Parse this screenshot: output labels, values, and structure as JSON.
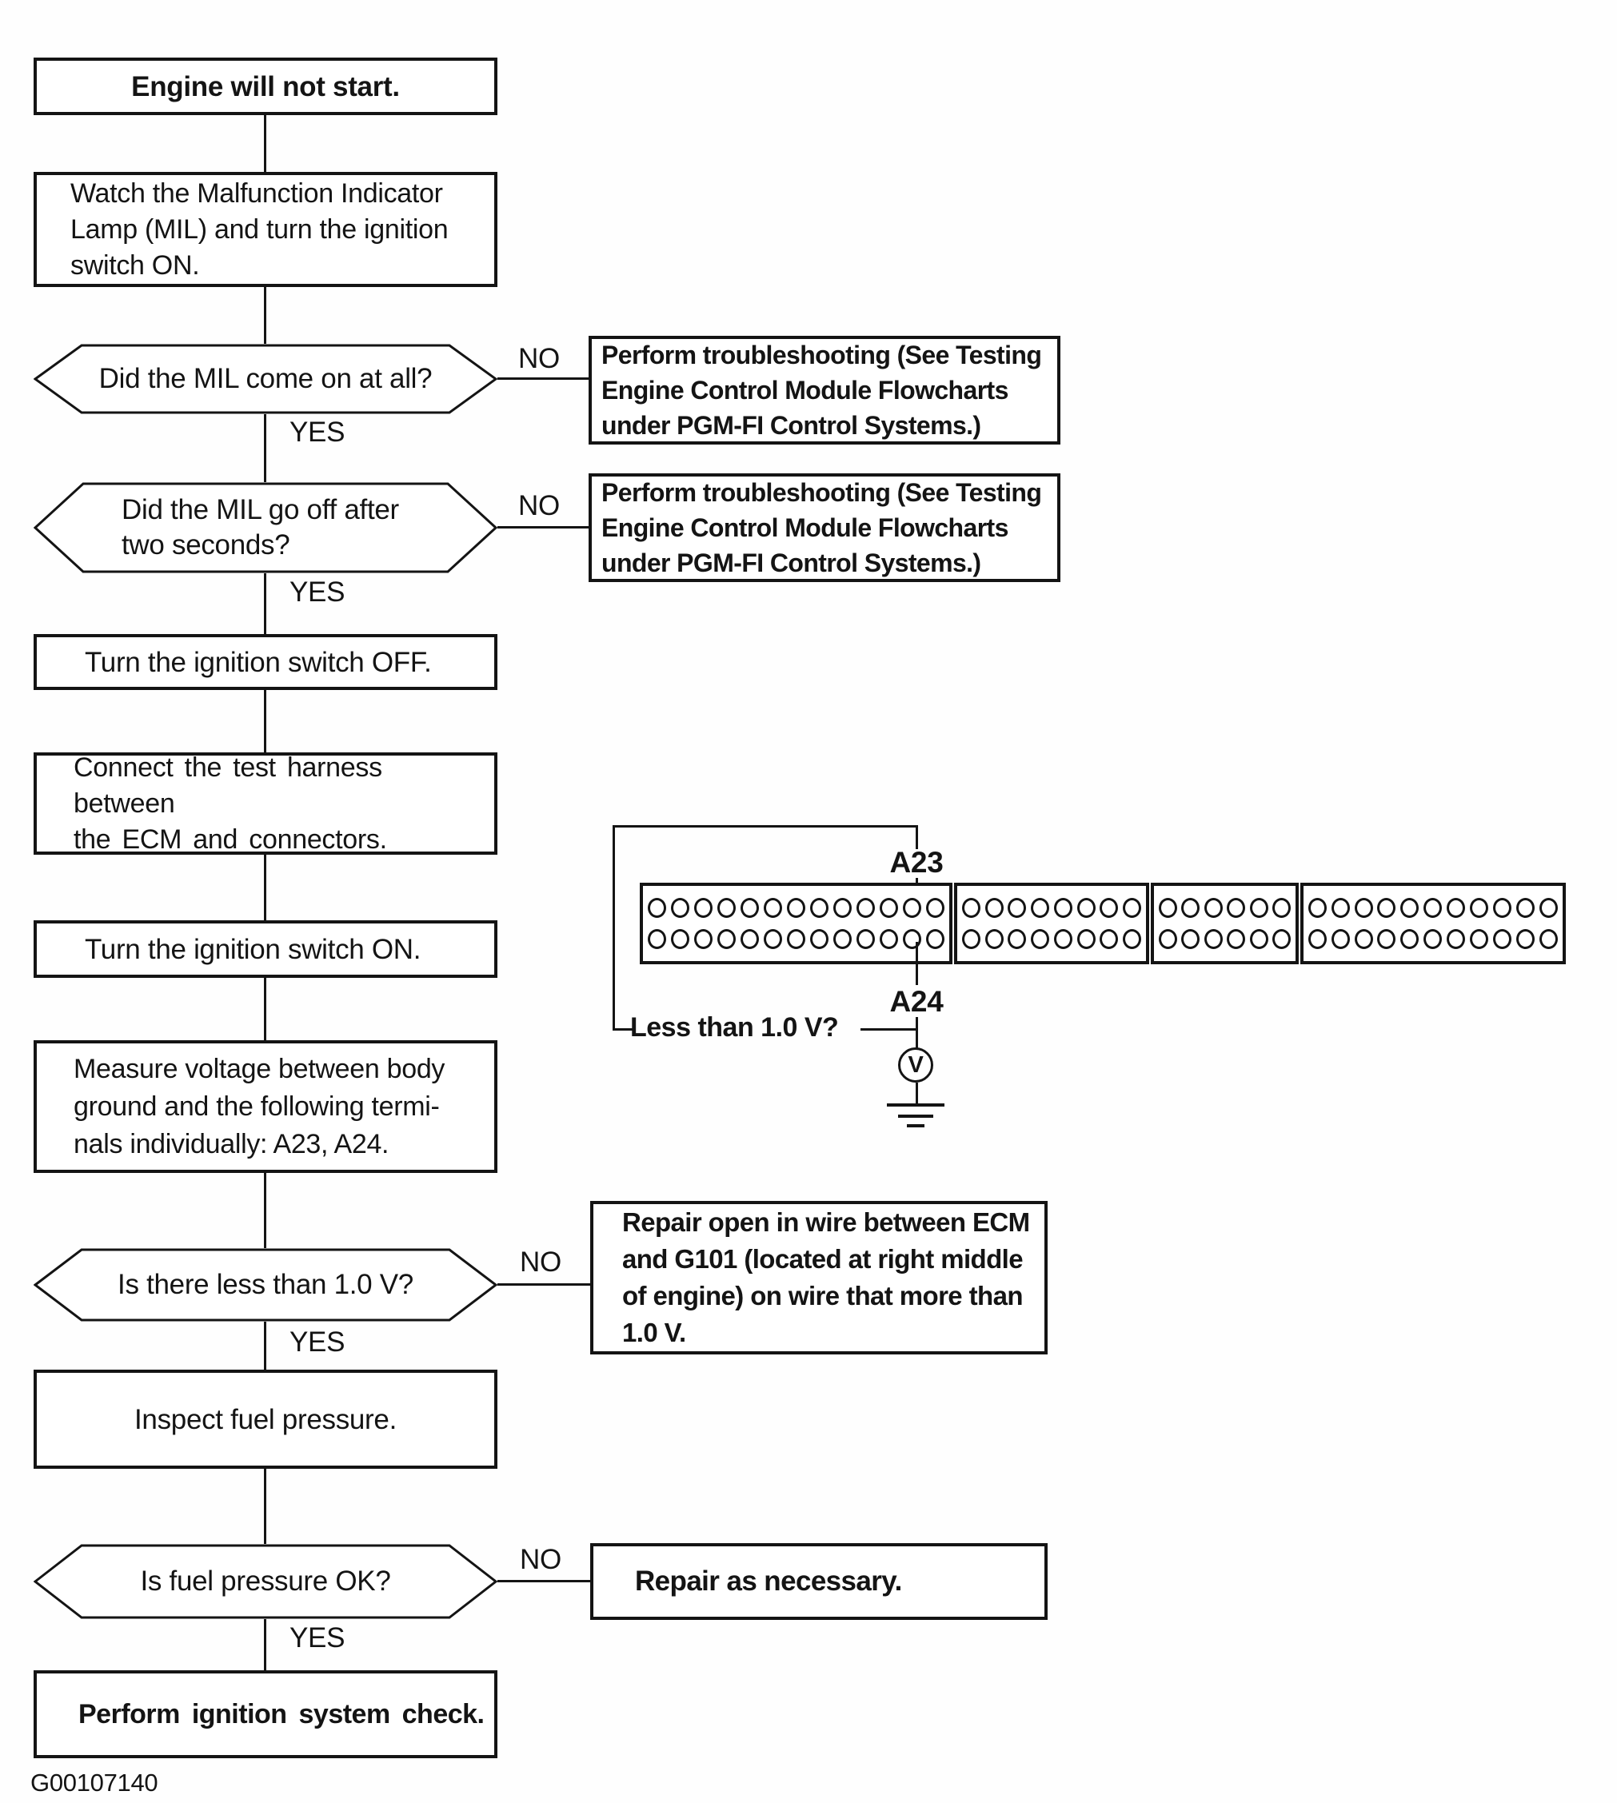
{
  "figure_id": "G00107140",
  "labels": {
    "yes": "YES",
    "no": "NO"
  },
  "process": {
    "start": "Engine will not start.",
    "watch_mil": "Watch the Malfunction Indicator\nLamp (MIL) and turn the ignition\nswitch ON.",
    "turn_off": "Turn the ignition switch OFF.",
    "connect_harness": "Connect the test harness between\nthe ECM and connectors.",
    "turn_on": "Turn the ignition switch ON.",
    "measure_voltage": "Measure voltage between body\nground and the following termi-\nnals individually: A23, A24.",
    "inspect_fuel": "Inspect fuel pressure.",
    "ignition_check": "Perform ignition system check."
  },
  "decisions": {
    "mil_on": "Did the MIL come on at all?",
    "mil_off": "Did the MIL go off after\ntwo seconds?",
    "less_than_1v": "Is there less than 1.0 V?",
    "fuel_ok": "Is fuel pressure OK?"
  },
  "actions": {
    "troubleshoot_mil_on": "Perform troubleshooting (See Testing\nEngine Control Module Flowcharts\nunder PGM-FI Control Systems.)",
    "troubleshoot_mil_off": "Perform troubleshooting (See Testing\nEngine Control Module Flowcharts\nunder PGM-FI Control Systems.)",
    "repair_wire": "Repair open in wire between ECM\nand G101 (located at right middle\nof engine) on wire that more than\n1.0 V.",
    "repair_necessary": "Repair as necessary."
  },
  "diagram": {
    "pin_a23": "A23",
    "pin_a24": "A24",
    "voltage_question": "Less than 1.0 V?",
    "voltmeter_label": "V",
    "blocks": [
      13,
      8,
      6,
      11
    ]
  }
}
